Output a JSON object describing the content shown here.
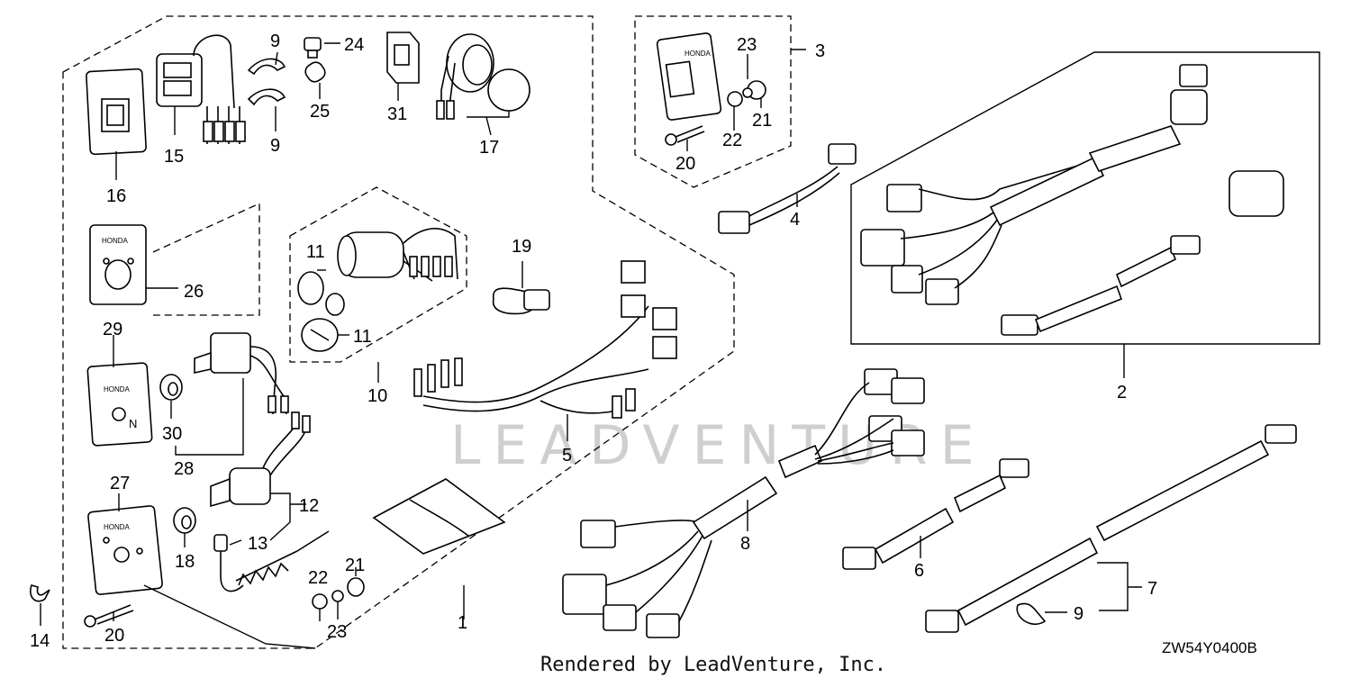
{
  "watermark": "LEADVENTURE",
  "footer": "Rendered by LeadVenture, Inc.",
  "diagram_code": "ZW54Y0400B",
  "callouts": {
    "c1": "1",
    "c2": "2",
    "c3": "3",
    "c4": "4",
    "c5": "5",
    "c6": "6",
    "c7": "7",
    "c8": "8",
    "c9a": "9",
    "c9b": "9",
    "c9c": "9",
    "c10": "10",
    "c11a": "11",
    "c11b": "11",
    "c12": "12",
    "c13": "13",
    "c14": "14",
    "c15": "15",
    "c16": "16",
    "c17": "17",
    "c18": "18",
    "c19": "19",
    "c20a": "20",
    "c20b": "20",
    "c21a": "21",
    "c21b": "21",
    "c22a": "22",
    "c22b": "22",
    "c23a": "23",
    "c23b": "23",
    "c24": "24",
    "c25": "25",
    "c26": "26",
    "c27": "27",
    "c28": "28",
    "c29": "29",
    "c30": "30",
    "c31": "31"
  },
  "plate_text": "HONDA"
}
